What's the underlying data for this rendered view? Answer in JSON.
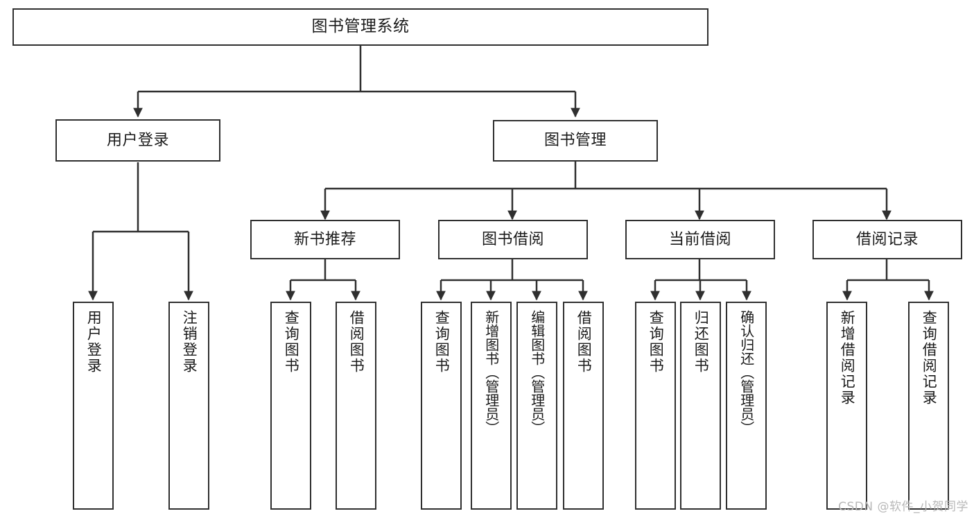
{
  "diagram": {
    "title": "图书管理系统",
    "type": "tree-hierarchy-chart",
    "colors": {
      "box_border": "#2f2f2f",
      "box_fill": "#ffffff",
      "edge": "#2f2f2f",
      "text": "#1a1a1a",
      "watermark": "#b8b8b8"
    },
    "levels": {
      "level0_label": "图书管理系统",
      "level1": [
        {
          "label": "用户登录"
        },
        {
          "label": "图书管理"
        }
      ],
      "level2": [
        {
          "label": "新书推荐"
        },
        {
          "label": "图书借阅"
        },
        {
          "label": "当前借阅"
        },
        {
          "label": "借阅记录"
        }
      ],
      "leaves": [
        {
          "label": "用户登录",
          "parent": "用户登录"
        },
        {
          "label": "注销登录",
          "parent": "用户登录"
        },
        {
          "label": "查询图书",
          "parent": "新书推荐"
        },
        {
          "label": "借阅图书",
          "parent": "新书推荐"
        },
        {
          "label": "查询图书",
          "parent": "图书借阅"
        },
        {
          "label": "新增图书（管理员）",
          "parent": "图书借阅"
        },
        {
          "label": "编辑图书（管理员）",
          "parent": "图书借阅"
        },
        {
          "label": "借阅图书",
          "parent": "图书借阅"
        },
        {
          "label": "查询图书",
          "parent": "当前借阅"
        },
        {
          "label": "归还图书",
          "parent": "当前借阅"
        },
        {
          "label": "确认归还（管理员）",
          "parent": "当前借阅"
        },
        {
          "label": "新增借阅记录",
          "parent": "借阅记录"
        },
        {
          "label": "查询借阅记录",
          "parent": "借阅记录"
        }
      ]
    }
  },
  "watermark": {
    "text": "CSDN @软件_小贺同学"
  }
}
